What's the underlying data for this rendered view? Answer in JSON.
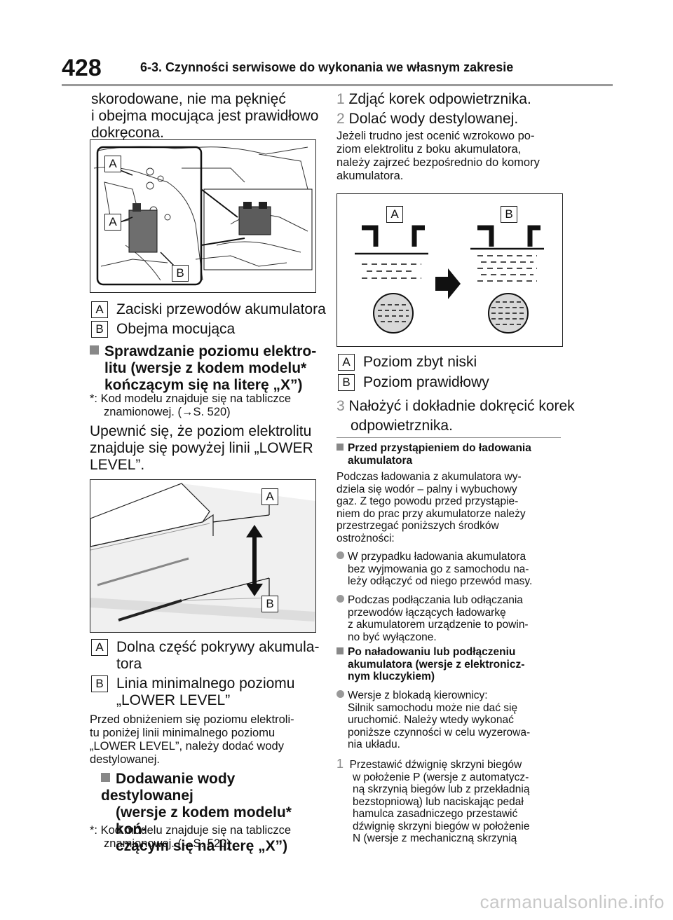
{
  "header": {
    "page_number": "428",
    "section_title": "6-3. Czynności serwisowe do wykonania we własnym zakresie"
  },
  "left": {
    "intro_lines": [
      "skorodowane, nie ma pęknięć",
      "i obejma mocująca jest prawidłowo",
      "dokręcona."
    ],
    "fig1": {
      "label_a": "A",
      "label_b": "B"
    },
    "legend1": [
      {
        "tag": "A",
        "text": "Zaciski przewodów akumulatora"
      },
      {
        "tag": "B",
        "text": "Obejma mocująca"
      }
    ],
    "heading1": [
      "Sprawdzanie poziomu elektro-",
      "litu (wersje z kodem modelu*",
      "kończącym się na literę „X”)"
    ],
    "footnote1": [
      "*: Kod modelu znajduje się na tabliczce",
      "znamionowej. (→S. 520)"
    ],
    "para1": [
      "Upewnić się, że poziom elektrolitu",
      "znajduje się powyżej linii „LOWER",
      "LEVEL”."
    ],
    "fig2": {
      "label_a": "A",
      "label_b": "B"
    },
    "legend2": [
      {
        "tag": "A",
        "lines": [
          "Dolna część pokrywy akumula-",
          "tora"
        ]
      },
      {
        "tag": "B",
        "lines": [
          "Linia minimalnego poziomu",
          "„LOWER LEVEL”"
        ]
      }
    ],
    "para2": [
      "Przed obniżeniem się poziomu elektroli-",
      "tu poniżej linii minimalnego poziomu",
      "„LOWER LEVEL”, należy dodać wody",
      "destylowanej."
    ],
    "heading2": [
      "Dodawanie wody destylowanej",
      "(wersje z kodem modelu* koń-",
      "czącym się na literę „X”)"
    ],
    "footnote2": [
      "*: Kod modelu znajduje się na tabliczce",
      "znamionowej. (→S. 520)"
    ]
  },
  "right": {
    "steps": [
      {
        "num": "1",
        "text": "Zdjąć korek odpowietrznika."
      },
      {
        "num": "2",
        "text": "Dolać wody destylowanej."
      }
    ],
    "para1": [
      "Jeżeli trudno jest ocenić wzrokowo po-",
      "ziom elektrolitu z boku akumulatora,",
      "należy zajrzeć bezpośrednio do komory",
      "akumulatora."
    ],
    "fig3": {
      "label_a": "A",
      "label_b": "B"
    },
    "legend3": [
      {
        "tag": "A",
        "text": "Poziom zbyt niski"
      },
      {
        "tag": "B",
        "text": "Poziom prawidłowy"
      }
    ],
    "step3": {
      "num": "3",
      "lines": [
        "Nałożyć i dokładnie dokręcić korek",
        "odpowietrznika."
      ]
    },
    "heading3": [
      "Przed przystąpieniem do ładowania",
      "akumulatora"
    ],
    "para2": [
      "Podczas ładowania z akumulatora wy-",
      "dziela się wodór – palny i wybuchowy",
      "gaz. Z tego powodu przed przystąpie-",
      "niem do prac przy akumulatorze należy",
      "przestrzegać poniższych środków",
      "ostrożności:"
    ],
    "bullet1": [
      "W przypadku ładowania akumulatora",
      "bez wyjmowania go z samochodu na-",
      "leży odłączyć od niego przewód masy."
    ],
    "bullet2": [
      "Podczas podłączania lub odłączania",
      "przewodów łączących ładowarkę",
      "z akumulatorem urządzenie to powin-",
      "no być wyłączone."
    ],
    "heading4": [
      "Po naładowaniu lub podłączeniu",
      "akumulatora (wersje z elektronicz-",
      "nym kluczykiem)"
    ],
    "bullet3": [
      "Wersje z blokadą kierownicy:",
      "Silnik samochodu może nie dać się",
      "uruchomić. Należy wtedy wykonać",
      "poniższe czynności w celu wyzerowa-",
      "nia układu."
    ],
    "step4": {
      "num": "1",
      "lines": [
        "Przestawić dźwignię skrzyni biegów",
        "w położenie P (wersje z automatycz-",
        "ną skrzynią biegów lub z przekładnią",
        "bezstopniową) lub naciskając pedał",
        "hamulca zasadniczego przestawić",
        "dźwignię skrzyni biegów w położenie",
        "N (wersje z mechaniczną skrzynią"
      ]
    }
  },
  "footer": {
    "watermark": "carmanualsonline.info"
  }
}
